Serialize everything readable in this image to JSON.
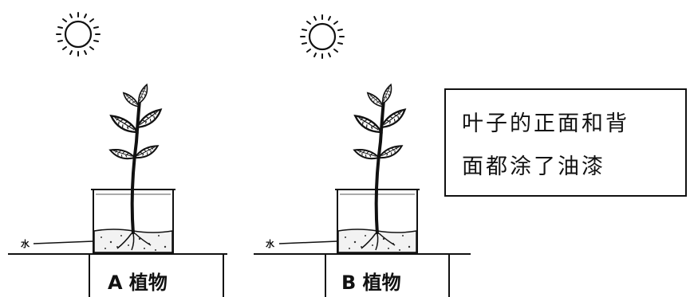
{
  "plants": [
    {
      "label": "A 植物",
      "water_label": "水"
    },
    {
      "label": "B 植物",
      "water_label": "水"
    }
  ],
  "callout": {
    "lines": [
      "叶子的正面和背",
      "面都涂了油漆"
    ]
  },
  "icons": [
    "sun-icon",
    "sun-icon"
  ]
}
